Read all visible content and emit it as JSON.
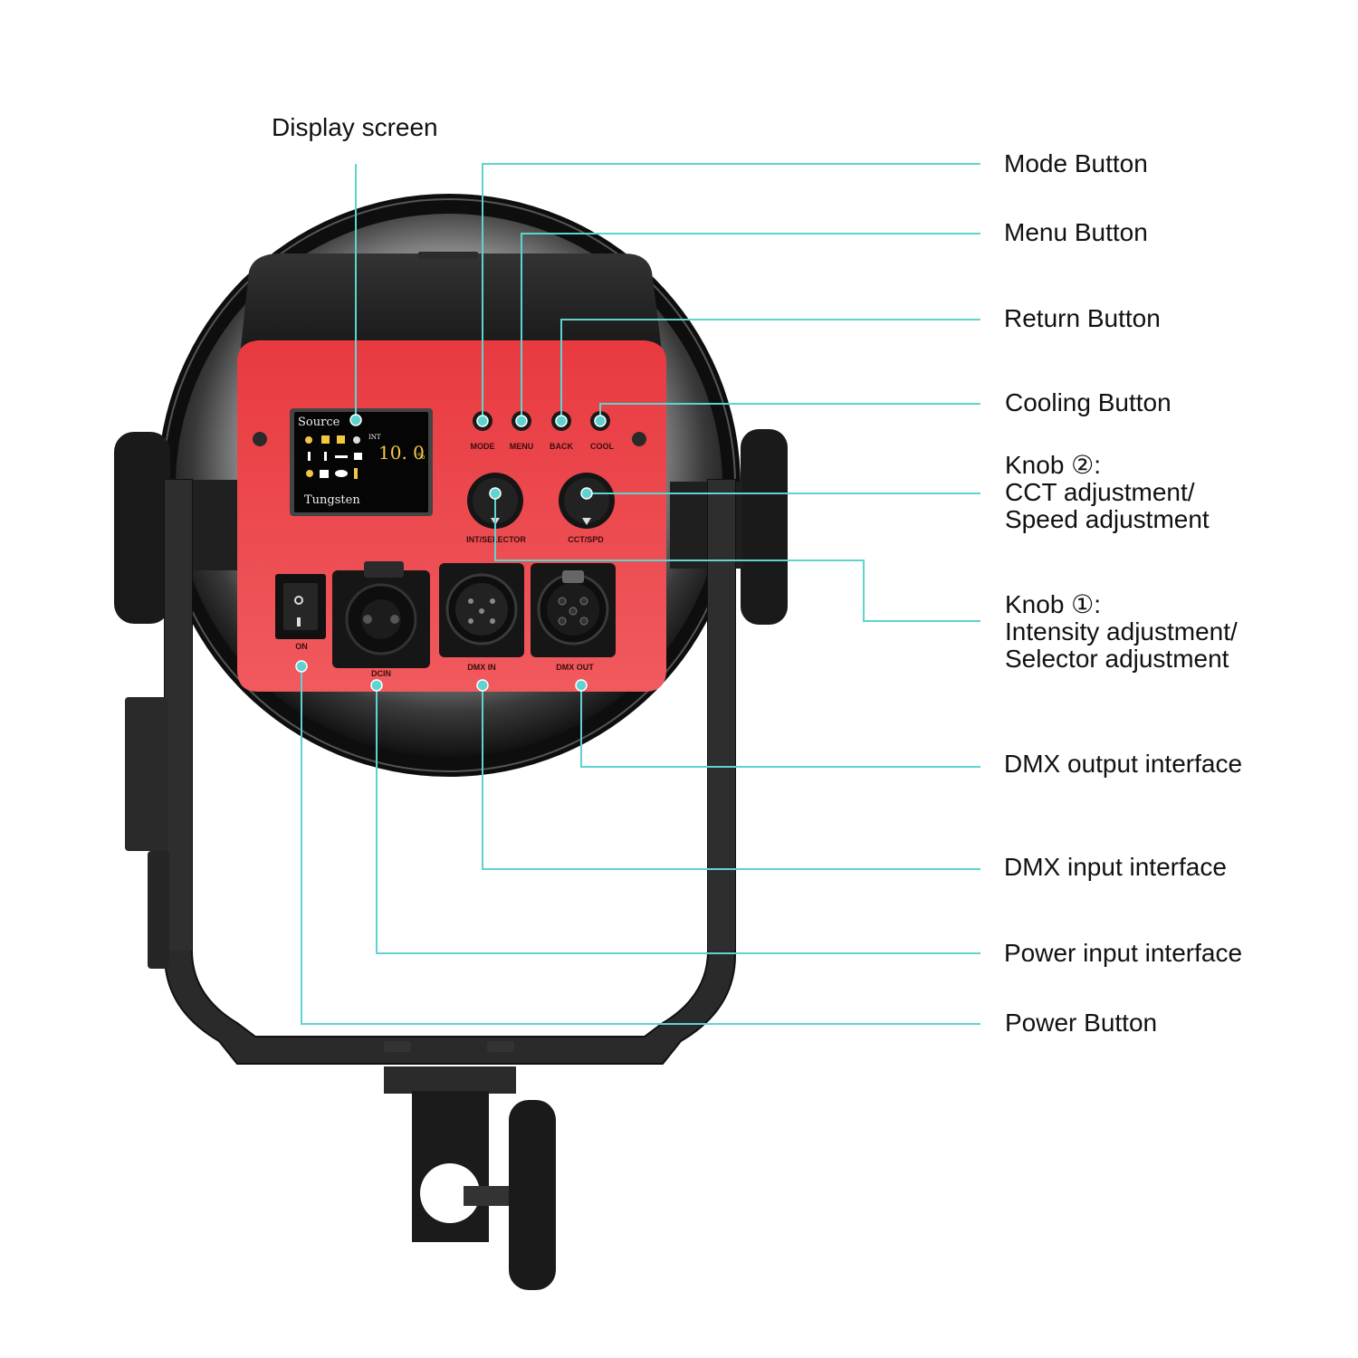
{
  "labels": {
    "display_screen": "Display screen",
    "mode_button": "Mode Button",
    "menu_button": "Menu Button",
    "return_button": "Return Button",
    "cooling_button": "Cooling Button",
    "knob2": [
      "Knob ②:",
      "CCT adjustment/",
      "Speed adjustment"
    ],
    "knob1": [
      "Knob ①:",
      "Intensity adjustment/",
      "Selector adjustment"
    ],
    "dmx_output": "DMX output interface",
    "dmx_input": "DMX input interface",
    "power_input": "Power input interface",
    "power_button": "Power Button"
  },
  "panel": {
    "mode": "MODE",
    "menu": "MENU",
    "back": "BACK",
    "cool": "COOL",
    "int_selector": "INT/SELECTOR",
    "cct_spd": "CCT/SPD",
    "on": "ON",
    "dcin": "DCIN",
    "dmx_in": "DMX IN",
    "dmx_out": "DMX OUT"
  },
  "screen": {
    "title": "Source",
    "int_label": "INT",
    "value": "10. 0",
    "unit": "%",
    "preset": "Tungsten"
  },
  "colors": {
    "leader": "#5fd3d0",
    "panel_red": "#e8323a",
    "housing": "#1b1b1b",
    "bracket": "#2a2a2a"
  }
}
